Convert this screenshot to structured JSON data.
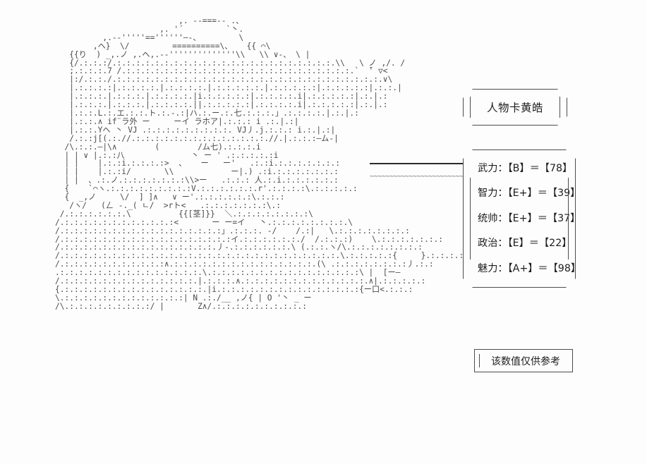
{
  "meta": {
    "background_color": "#fdfdfd",
    "art_color": "#4a4a4a",
    "text_color": "#1d1d1d",
    "border_color": "#4d4d4d"
  },
  "title_box": {
    "label": "人物卡黄皓"
  },
  "stats_box": {
    "rows": [
      {
        "name": "武力",
        "separator": "：",
        "rank": "【B】",
        "equals": "＝",
        "value": "【78】",
        "full": "武力：【B】＝【78】",
        "numeric": 78,
        "grade": "B"
      },
      {
        "name": "智力",
        "separator": "：",
        "rank": "【E+】",
        "equals": "＝",
        "value": "【39】",
        "full": "智力：【E+】＝【39】",
        "numeric": 39,
        "grade": "E+"
      },
      {
        "name": "统帅",
        "separator": "：",
        "rank": "【E+】",
        "equals": "＝",
        "value": "【37】",
        "full": "统帅：【E+】＝【37】",
        "numeric": 37,
        "grade": "E+"
      },
      {
        "name": "政治",
        "separator": "：",
        "rank": "【E】",
        "equals": "＝",
        "value": "【22】",
        "full": "政治：【E】＝【22】",
        "numeric": 22,
        "grade": "E"
      },
      {
        "name": "魅力",
        "separator": "：",
        "rank": "【A+】",
        "equals": "＝",
        "value": "【98】",
        "full": "魅力：【A+】＝【98】",
        "numeric": 98,
        "grade": "A+"
      }
    ]
  },
  "note_box": {
    "label": "该数值仅供参考"
  },
  "connector": {
    "wave_glyphs": "~~~~~~~~~~~~~~~~~~~~~~~~~~~~~~~~~~~~~"
  },
  "ascii_art": {
    "description": "日式AA人物立绘（黄皓）",
    "lines": [
      "                          ,. -‐===‐- .、",
      "                      ,. '´         `丶.",
      "          ,.-‐'''''==''''''―-、        \\",
      "        ,ヘ}  \\/         ==========\\、   {{ ⌒\\",
      "   {{り  ) _,.ノ ,.ヘ,.-‐''''''''''''''\\\\   \\\\ ∨-、 \\ |",
      "   {/.:.:.:/.:.:.:.:.:.:.:.:.:.:.:.:.:.:.:.:.:.:.:.:.:.:.:.\\\\   \\ ノ ,/. /",
      "   ;.:.:.:.7 /.:.:.:.:.:.:.:.:.:.:.:.:.:.:.:.:.:.:.:.:.:.:.:.:.`  ̄' ▽<",
      "   |:/.:.:./.:.:.:.:.:.:.:.:.:.:.:.:.:.:.:.:.:.:.:.:.:.:.:.:.:.:.:.:.∨\\",
      "   |.:.:.:.:|.:.:.:.:.|.:.:.:.:.|.:.:.:.:.:.|.:.:.:.:.:|.:.:.:.:.:|.:.:.|",
      "   |.:.:.:.|.:.:.:.|.:.:.:.:.|i.:.:.:.:.:|.:.:.:.:.i|.:.:.:.:.:|.:.|.:",
      "   |.:.:.:.|.:.:.:.|.:.:.:.:.||.:.:.:.:.:|.:.:.:.:.i|.:.:.:.:.:|.:.|.:",
      "   |.:.:.L.:.エ.:.:.ト.:.-.:|ハ.:.ー.:.七.:.:.:.」.:.:.:.:.|.:.|.:",
      "   |.:.:.∧ if¨ラ外 ー     ーイ ラホア|.:.:.: i .:.|.:|",
      "   |.:.:.Yヘ 丶 VJ .:.:.:.:.:.:.:.:.:. VJ丿.j.:.:.: i.:.|.:|",
      "   /.:.:j[(.:.//.:.:.:.:.:.:.:.:.:.:.:.:.:.:.//.|.:.:.:―ム‐|",
      "  /\\.:.:.―|\\∧        (        /ム七).:.:.:.i",
      "  | | ∨ |.:.:八              丶 ー ' .:.:.:.:.:i",
      "  | |    |.:.:i.:.:.:.:>  、   ー   ー'   .:.:i.:.:.:.:.:.:.:",
      "  | |    |.:.:i/       \\\\            ー|.) .:i.:.:.:.:.:.:.:",
      "  | |  、.:.ノ.:.:.:.:.:.:.:\\\\>ー   .:.:.: 人.:.i.:.:.:.:.:.:",
      "  {    `⌒ヽ.:.:.:.:.:.:.:.:.:V.:.:.:.:.:.:.r'.:.:.:.:\\.:.:.:.:.:",
      "  {  _,ノ     \\/  ] ]∧   ∨ ー'.:.:.:.:.:.:\\.:.:.:",
      "   /ヽ/   (ㄥ ‐._( ㄴ/  >rト<   .:.:.:.:.:.:.:\\.:",
      " /.:.:.:.:.:.:.\\          {{[茎]}}  ＼.:.:.:.:.:.:.:.:\\",
      "/.:.:.:.:.:.:.:.:.:.:.:.:<       ー ー=イ   丶.:.:.:.:.:.:.:.:.\\",
      "/.:.:.:.:.:.:.:.:.:.:.:.:.:.:.:.:.:」.:.:.:. ‐/    /.:|   \\.:.:.:.:.:.:.:.:",
      "/.:.:.:.:.:.:.:.:.:.:.:.:.:.:.:.:.:.:イ.:.:.:.:.:.:./  /.:.:.:)    \\.:.:.:.:.:.:.:",
      "/.:.:.:.:.:.:.:.:.:.:.:.:.:.:.:.:.丿-.:.:.:.:.:.:.\\ (.:.:.ヽ/\\.:.:.:.:.:.:.:.:",
      "/.:.:.:.:.:.:.:.:.:.:.:.:.:.:.:.:.:.:.:.:.:.:.:.:.:.:.:.:.:.\\.:.:.:.:.:{     }.:.:.:.:",
      "/.:.:.:.:.:.:.:.:.:.:.:∧.:.:.:.:.:.:.:.:.:.:.:.:.:.:.:.(\\ .:.:.:.:.:.:.:.:丿.:.:",
      ".:.:.:.:.:.:.:.:.:.:.:.:.:.:.:.\\.:.:.:.:.:.:.:.:.:.:.:.:.:.:.:.:\\ |  [ー―",
      "/.:.:.:.:.:.:.:.:.:.:.:.:.:.:.|.:.:.:.∧.:.:.:.:.:.:.:.:.:.:.:.:.:.∧|.:.:.:.:.:",
      "{.:.:.:.:.:.:.:.:.:.:.:.:.:.:.:.|i.:.:.:.:.:.:.:.:.:.:.:.:.:.:.:{ー口<.:.:.:",
      "\\.:.:.:.:.:.:.:.:.:.:.:.:.:| N .:./__ ,ノ{ | O '丶 _ ー",
      "/\\.:.:.:.:.:.:.:.:.:/ |       Z∧/.:.:.:.:.:.:.:.:.:.:"
    ]
  }
}
